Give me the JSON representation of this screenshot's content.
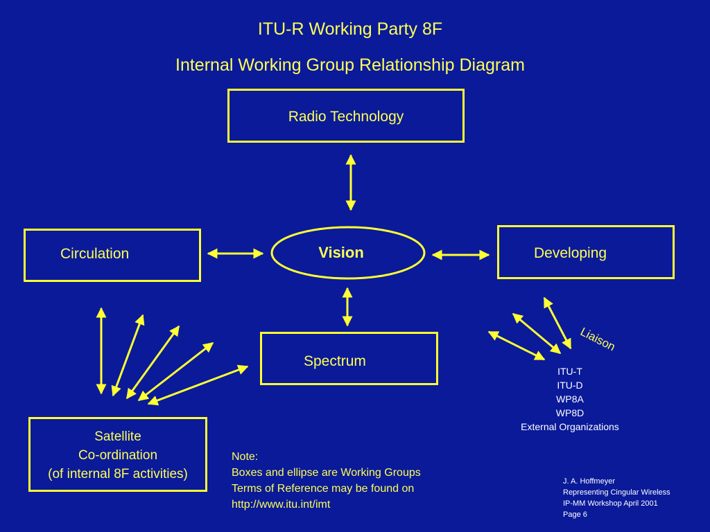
{
  "title": {
    "line1": "ITU-R Working Party 8F",
    "line2": "Internal Working Group Relationship Diagram"
  },
  "nodes": {
    "radio_technology": "Radio Technology",
    "circulation": "Circulation",
    "vision": "Vision",
    "developing": "Developing",
    "spectrum": "Spectrum",
    "satellite": [
      "Satellite",
      "Co-ordination",
      "(of internal 8F activities)"
    ]
  },
  "liaison": {
    "label": "Liaison",
    "items": [
      "ITU-T",
      "ITU-D",
      "WP8A",
      "WP8D",
      "External Organizations"
    ]
  },
  "note": {
    "heading": "Note:",
    "lines": [
      "Boxes and ellipse are Working Groups",
      "Terms of Reference may be found on",
      "http://www.itu.int/imt"
    ]
  },
  "credit": {
    "lines": [
      "J. A. Hoffmeyer",
      "Representing Cingular Wireless",
      "IP-MM Workshop April 2001",
      "Page 6"
    ]
  },
  "colors": {
    "background": "#0a1a99",
    "accent": "#ffff33",
    "text_secondary": "#ffffff"
  }
}
